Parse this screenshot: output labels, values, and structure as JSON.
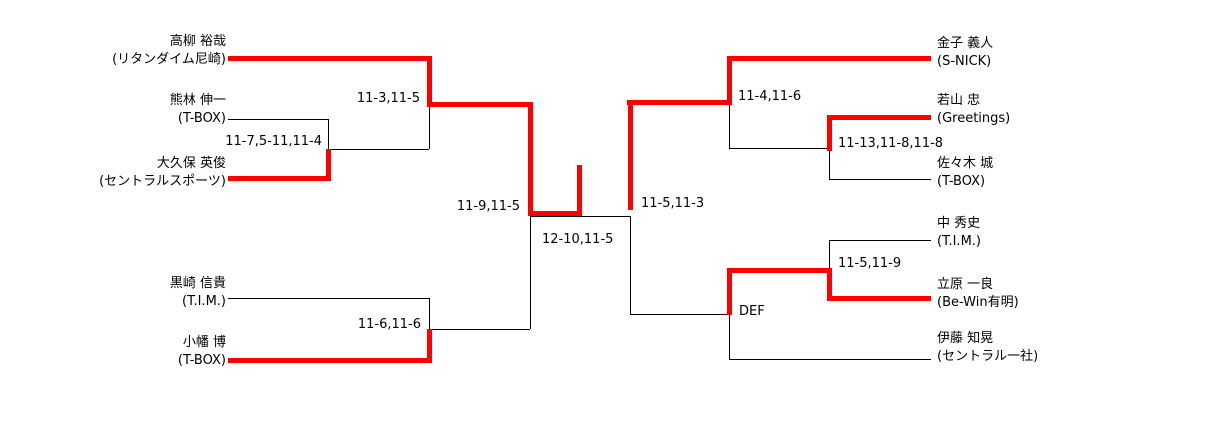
{
  "colors": {
    "background": "#ffffff",
    "line": "#000000",
    "winner_path": "#ff0000",
    "text": "#000000"
  },
  "players": {
    "left": [
      {
        "name": "高柳 裕哉",
        "club": "(リタンダイム尼崎)"
      },
      {
        "name": "熊林 伸一",
        "club": "(T-BOX)"
      },
      {
        "name": "大久保 英俊",
        "club": "(セントラルスポーツ)"
      },
      {
        "name": "黒崎 信貴",
        "club": "(T.I.M.)"
      },
      {
        "name": "小幡 博",
        "club": "(T-BOX)"
      }
    ],
    "right": [
      {
        "name": "金子 義人",
        "club": "(S-NICK)"
      },
      {
        "name": "若山 忠",
        "club": "(Greetings)"
      },
      {
        "name": "佐々木 城",
        "club": "(T-BOX)"
      },
      {
        "name": "中 秀史",
        "club": "(T.I.M.)"
      },
      {
        "name": "立原 一良",
        "club": "(Be-Win有明)"
      },
      {
        "name": "伊藤 知晃",
        "club": "(セントラル一社)"
      }
    ]
  },
  "scores": {
    "left_round1_top": "11-7,5-11,11-4",
    "left_quarter_top": "11-3,11-5",
    "left_round1_bottom": "11-6,11-6",
    "left_semifinal": "11-9,11-5",
    "final": "12-10,11-5",
    "right_semifinal": "11-5,11-3",
    "right_quarter_top": "11-4,11-6",
    "right_round1_top": "11-13,11-8,11-8",
    "right_round1_bottom": "11-5,11-9",
    "right_quarter_bottom": "DEF"
  }
}
